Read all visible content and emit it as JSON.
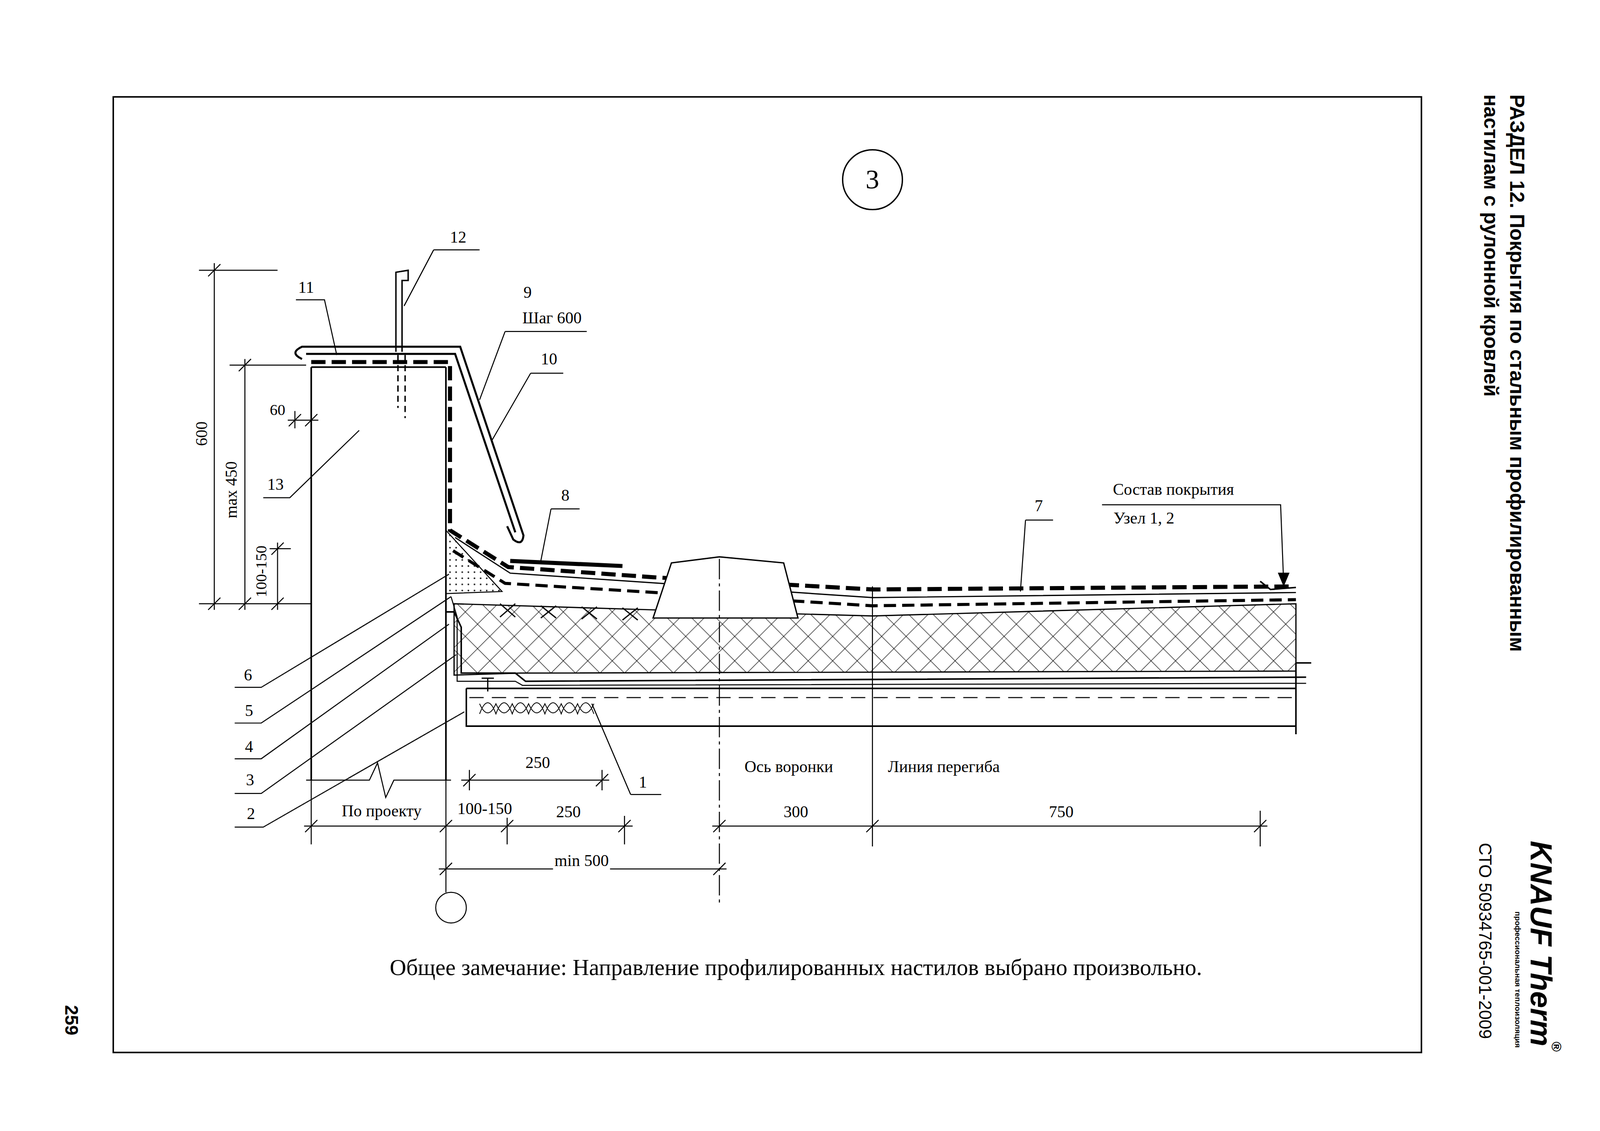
{
  "diagram": {
    "title": "РАЗДЕЛ 12. Покрытия по стальным профилированным настилам с рулонной кровлей",
    "nodes": [
      {
        "text": [
          "3"
        ]
      }
    ],
    "labels": [
      "12",
      "11",
      "9",
      "Шаг 600",
      "10",
      "600",
      "max 450",
      "60",
      "13",
      "8",
      "7",
      "Состав покрытия",
      "Узел 1, 2",
      "100-150",
      "6",
      "5",
      "4",
      "3",
      "2",
      "250",
      "1",
      "Ось воронки",
      "Линия перегиба",
      "По проекту",
      "100-150",
      "250",
      "300",
      "750",
      "min 500",
      "Общее замечание: Направление профилированных настилов выбрано произвольно.",
      "259",
      "СТО 50934765-001-2009",
      "KNAUF Therm",
      "®",
      "профессиональная теплоизоляция"
    ]
  }
}
